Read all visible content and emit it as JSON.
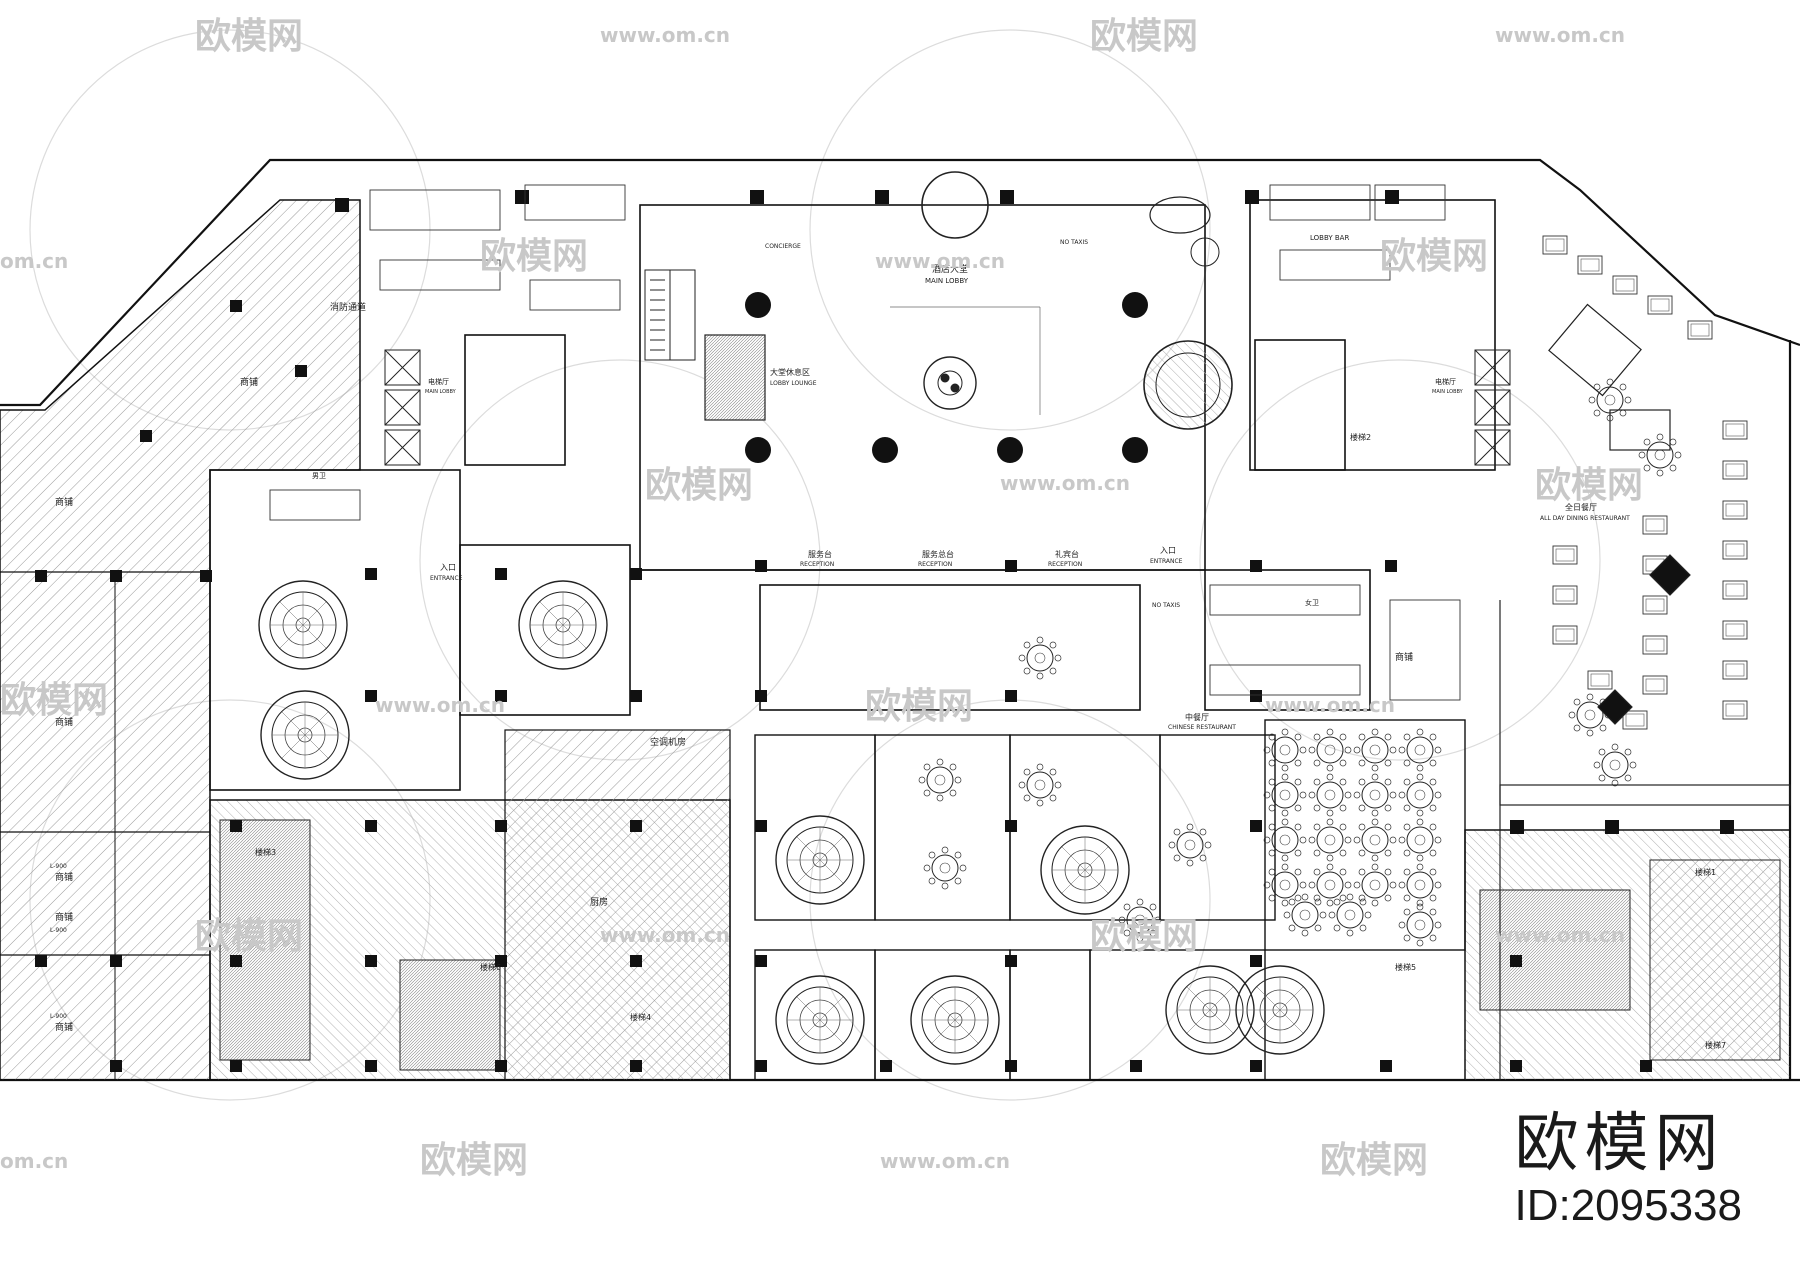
{
  "watermark": {
    "site_name": "欧模网",
    "site_url": "www.om.cn",
    "short_url": "om.cn"
  },
  "branding": {
    "title": "欧模网",
    "id_text": "ID:2095338"
  },
  "labels": {
    "main_lobby_cn": "酒店大堂",
    "main_lobby_en": "MAIN LOBBY",
    "lobby_lounge_cn": "大堂休息区",
    "lobby_lounge_en": "LOBBY LOUNGE",
    "lobby_bar_en": "LOBBY BAR",
    "reception_1": "服务台",
    "reception_1_en": "RECEPTION",
    "reception_2": "服务总台",
    "reception_2_en": "RECEPTION",
    "reception_3": "礼宾台",
    "reception_3_en": "RECEPTION",
    "entrance_cn": "入口",
    "entrance_en": "ENTRANCE",
    "all_day_dining_cn": "全日餐厅",
    "all_day_dining_en": "ALL DAY DINING RESTAURANT",
    "chinese_restaurant_cn": "中餐厅",
    "chinese_restaurant_en": "CHINESE RESTAURANT",
    "shop": "商铺",
    "fire_passage": "消防通道",
    "air_con_room": "空调机房",
    "kitchen": "厨房",
    "stair_1": "楼梯1",
    "stair_2": "楼梯2",
    "stair_3": "楼梯3",
    "stair_4": "楼梯4",
    "stair_5": "楼梯5",
    "stair_6": "楼梯6",
    "stair_7": "楼梯7",
    "elevator_hall": "电梯厅",
    "elevator_hall_en": "MAIN LOBBY",
    "male_toilet": "男卫",
    "female_toilet": "女卫",
    "concierge": "CONCIERGE",
    "no_taxis": "NO TAXIS",
    "level_b1": "L-900"
  }
}
